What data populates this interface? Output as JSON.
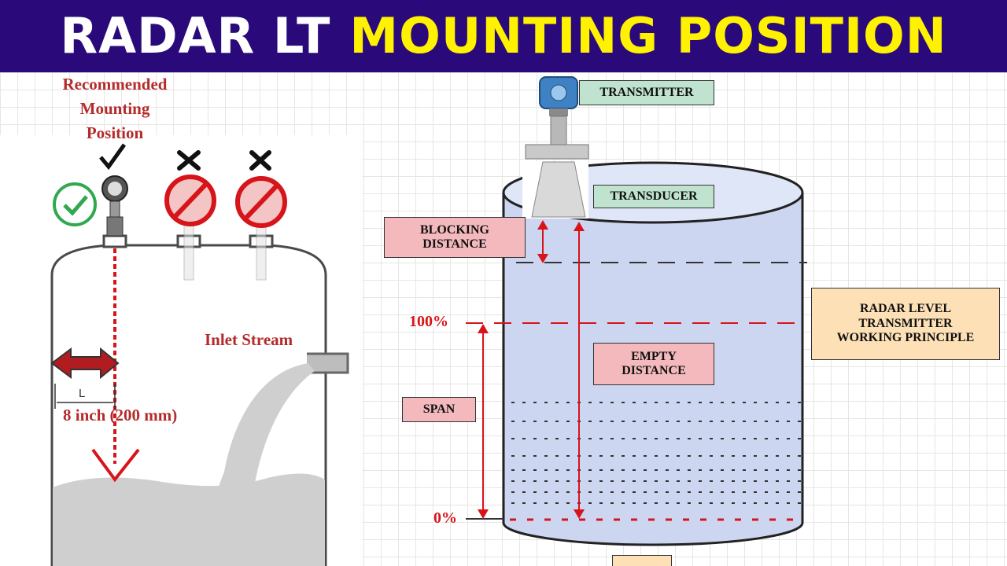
{
  "banner": {
    "title_white": "RADAR LT",
    "title_yellow": "MOUNTING POSITION"
  },
  "left": {
    "recommended_line1": "Recommended",
    "recommended_line2": "Mounting",
    "recommended_line3": "Position",
    "inlet": "Inlet Stream",
    "l_label": "L",
    "distance": "8 inch (200 mm)"
  },
  "right": {
    "transmitter": "TRANSMITTER",
    "transducer": "TRANSDUCER",
    "blocking_line1": "BLOCKING",
    "blocking_line2": "DISTANCE",
    "empty_line1": "EMPTY",
    "empty_line2": "DISTANCE",
    "span": "SPAN",
    "pct100": "100%",
    "pct0": "0%",
    "principle_line1": "RADAR LEVEL",
    "principle_line2": "TRANSMITTER",
    "principle_line3": "WORKING PRINCIPLE"
  },
  "colors": {
    "banner_bg": "#2a0a7a",
    "yellow": "#fff200",
    "red": "#d7141a",
    "tank_fill": "#ccd6f0",
    "ok_green": "#2fa84f"
  }
}
